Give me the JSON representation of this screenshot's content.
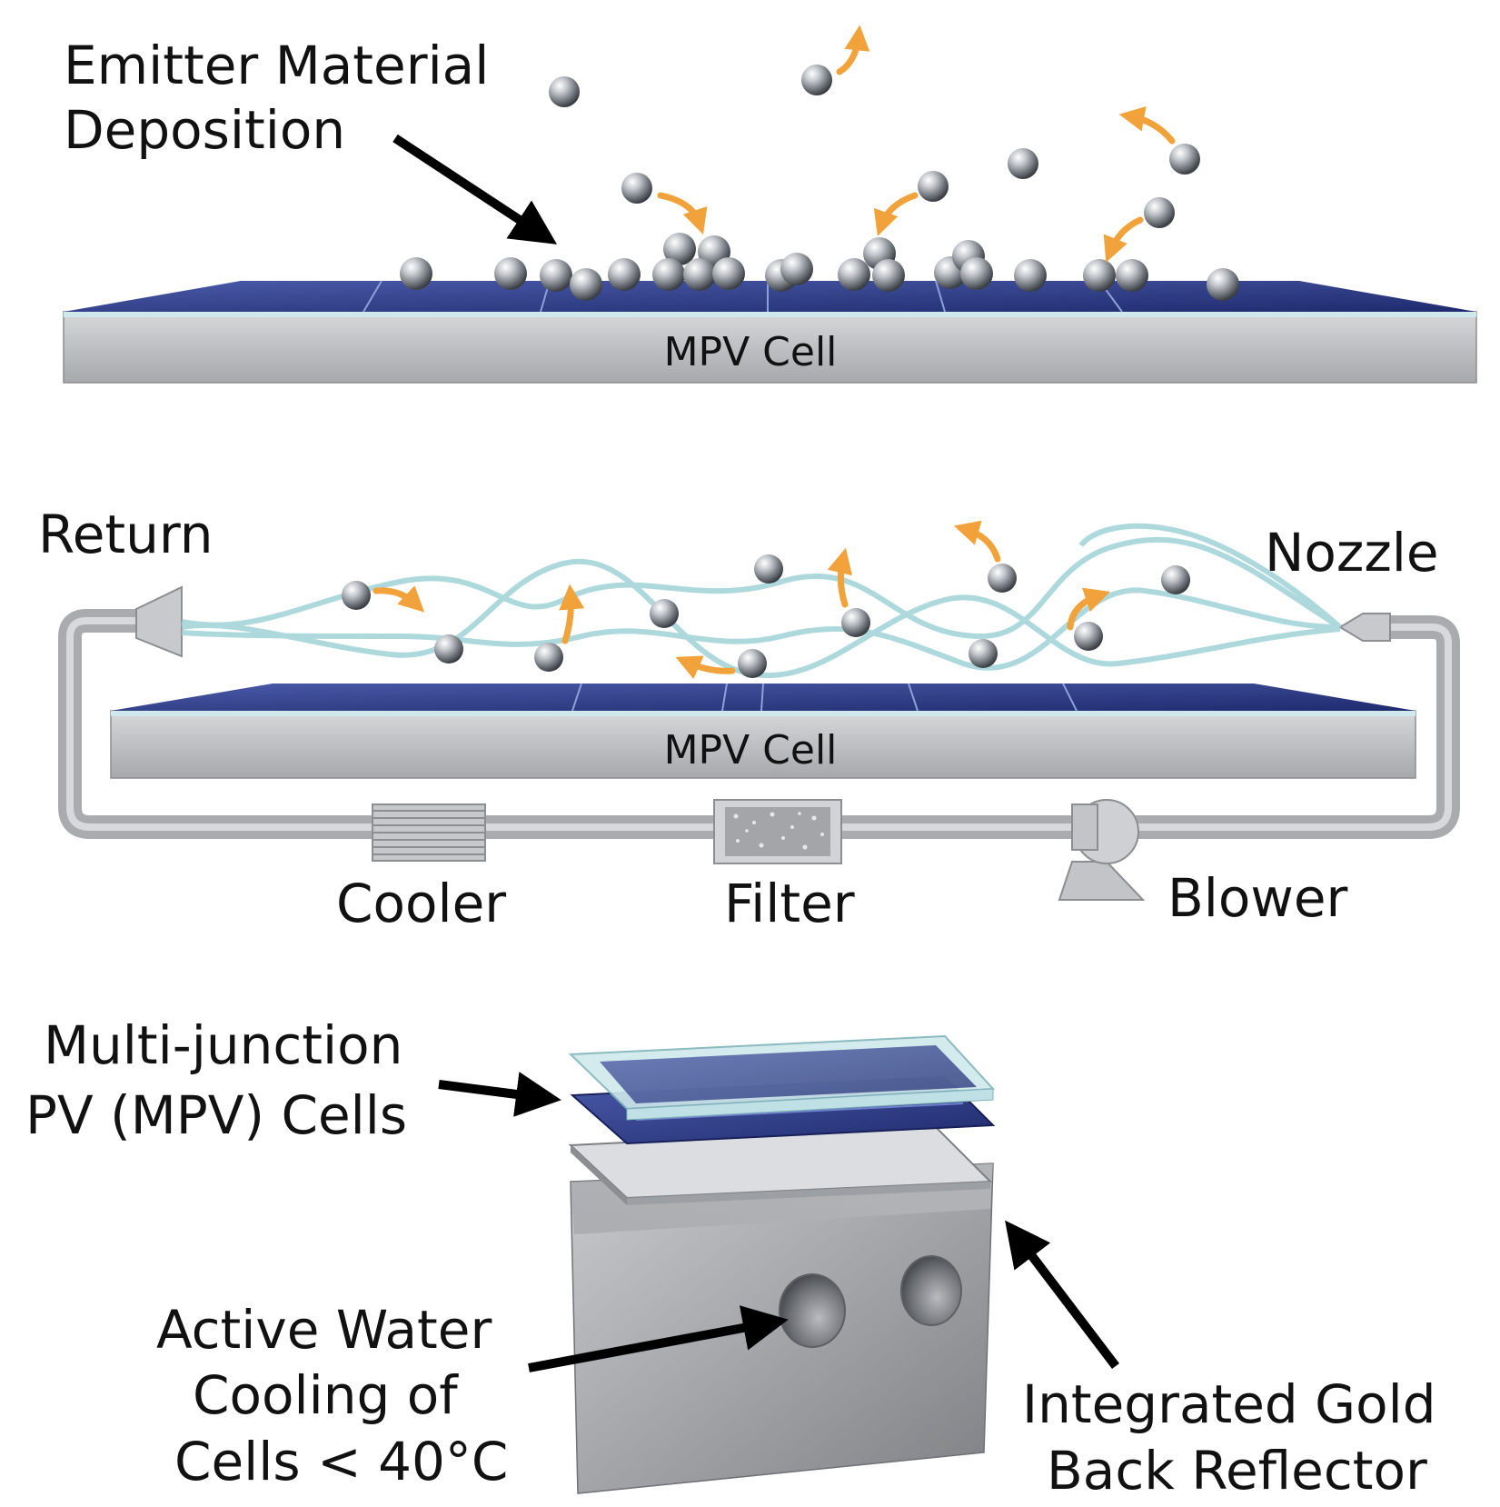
{
  "panels": {
    "deposition": {
      "emitter_line1": "Emitter Material",
      "emitter_line2": "Deposition",
      "cell_label": "MPV Cell"
    },
    "loop": {
      "return_label": "Return",
      "nozzle_label": "Nozzle",
      "cell_label": "MPV Cell",
      "cooler_label": "Cooler",
      "filter_label": "Filter",
      "blower_label": "Blower"
    },
    "module": {
      "mpv_line1": "Multi-junction",
      "mpv_line2": "PV (MPV) Cells",
      "cooling_line1": "Active Water",
      "cooling_line2": "Cooling of",
      "cooling_line3": "Cells < 40°C",
      "reflector_line1": "Integrated Gold",
      "reflector_line2": "Back Reflector"
    }
  },
  "colors": {
    "particle": "#8c9199",
    "flow_arrow": "#f2a23a",
    "air_stream": "#9fd3d8",
    "pv_blue": "#2a3a8c",
    "metal": "#b8b9bc",
    "glass": "#cfe9ec"
  }
}
